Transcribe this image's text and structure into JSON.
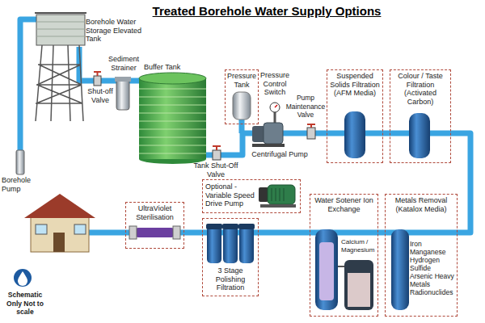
{
  "diagram": {
    "title": "Treated Borehole Water Supply Options",
    "nodes": [
      {
        "text": [
          "Pressure Tank"
        ]
      },
      {
        "text": [
          "Suspended Solids Filtration (AFM Media)"
        ]
      },
      {
        "text": [
          "Colour / Taste Filtration (Activated Carbon)"
        ]
      },
      {
        "text": [
          "Optional - Variable Speed Drive Pump"
        ]
      },
      {
        "text": [
          "UltraViolet Sterilisation"
        ]
      },
      {
        "text": [
          "3 Stage Polishing Filtration"
        ]
      },
      {
        "text": [
          "Water Sotener Ion Exchange",
          "Calcium / Magnesium"
        ]
      },
      {
        "text": [
          "Metals Removal (Katalox Media)",
          "Iron Manganese Hydrogen Sulfide Arsenic Heavy Metals Radionuclides"
        ]
      }
    ],
    "edges": [
      {
        "from": 1,
        "to": 2,
        "arrow": "none"
      },
      {
        "from": 2,
        "to": 7,
        "arrow": "none"
      },
      {
        "from": 7,
        "to": 6,
        "arrow": "none"
      },
      {
        "from": 6,
        "to": 5,
        "arrow": "none"
      },
      {
        "from": 5,
        "to": 4,
        "arrow": "none"
      }
    ],
    "labels": [
      "Borehole Water Storage Elevated Tank",
      "Shut-off Valve",
      "Sediment Strainer",
      "Borehole Pump",
      "Buffer Tank",
      "Tank Shut-Off Valve",
      "Pressure Control Switch",
      "Pump Maintenance Valve",
      "Centrifugal Pump",
      "Schematic Only Not to scale"
    ]
  }
}
